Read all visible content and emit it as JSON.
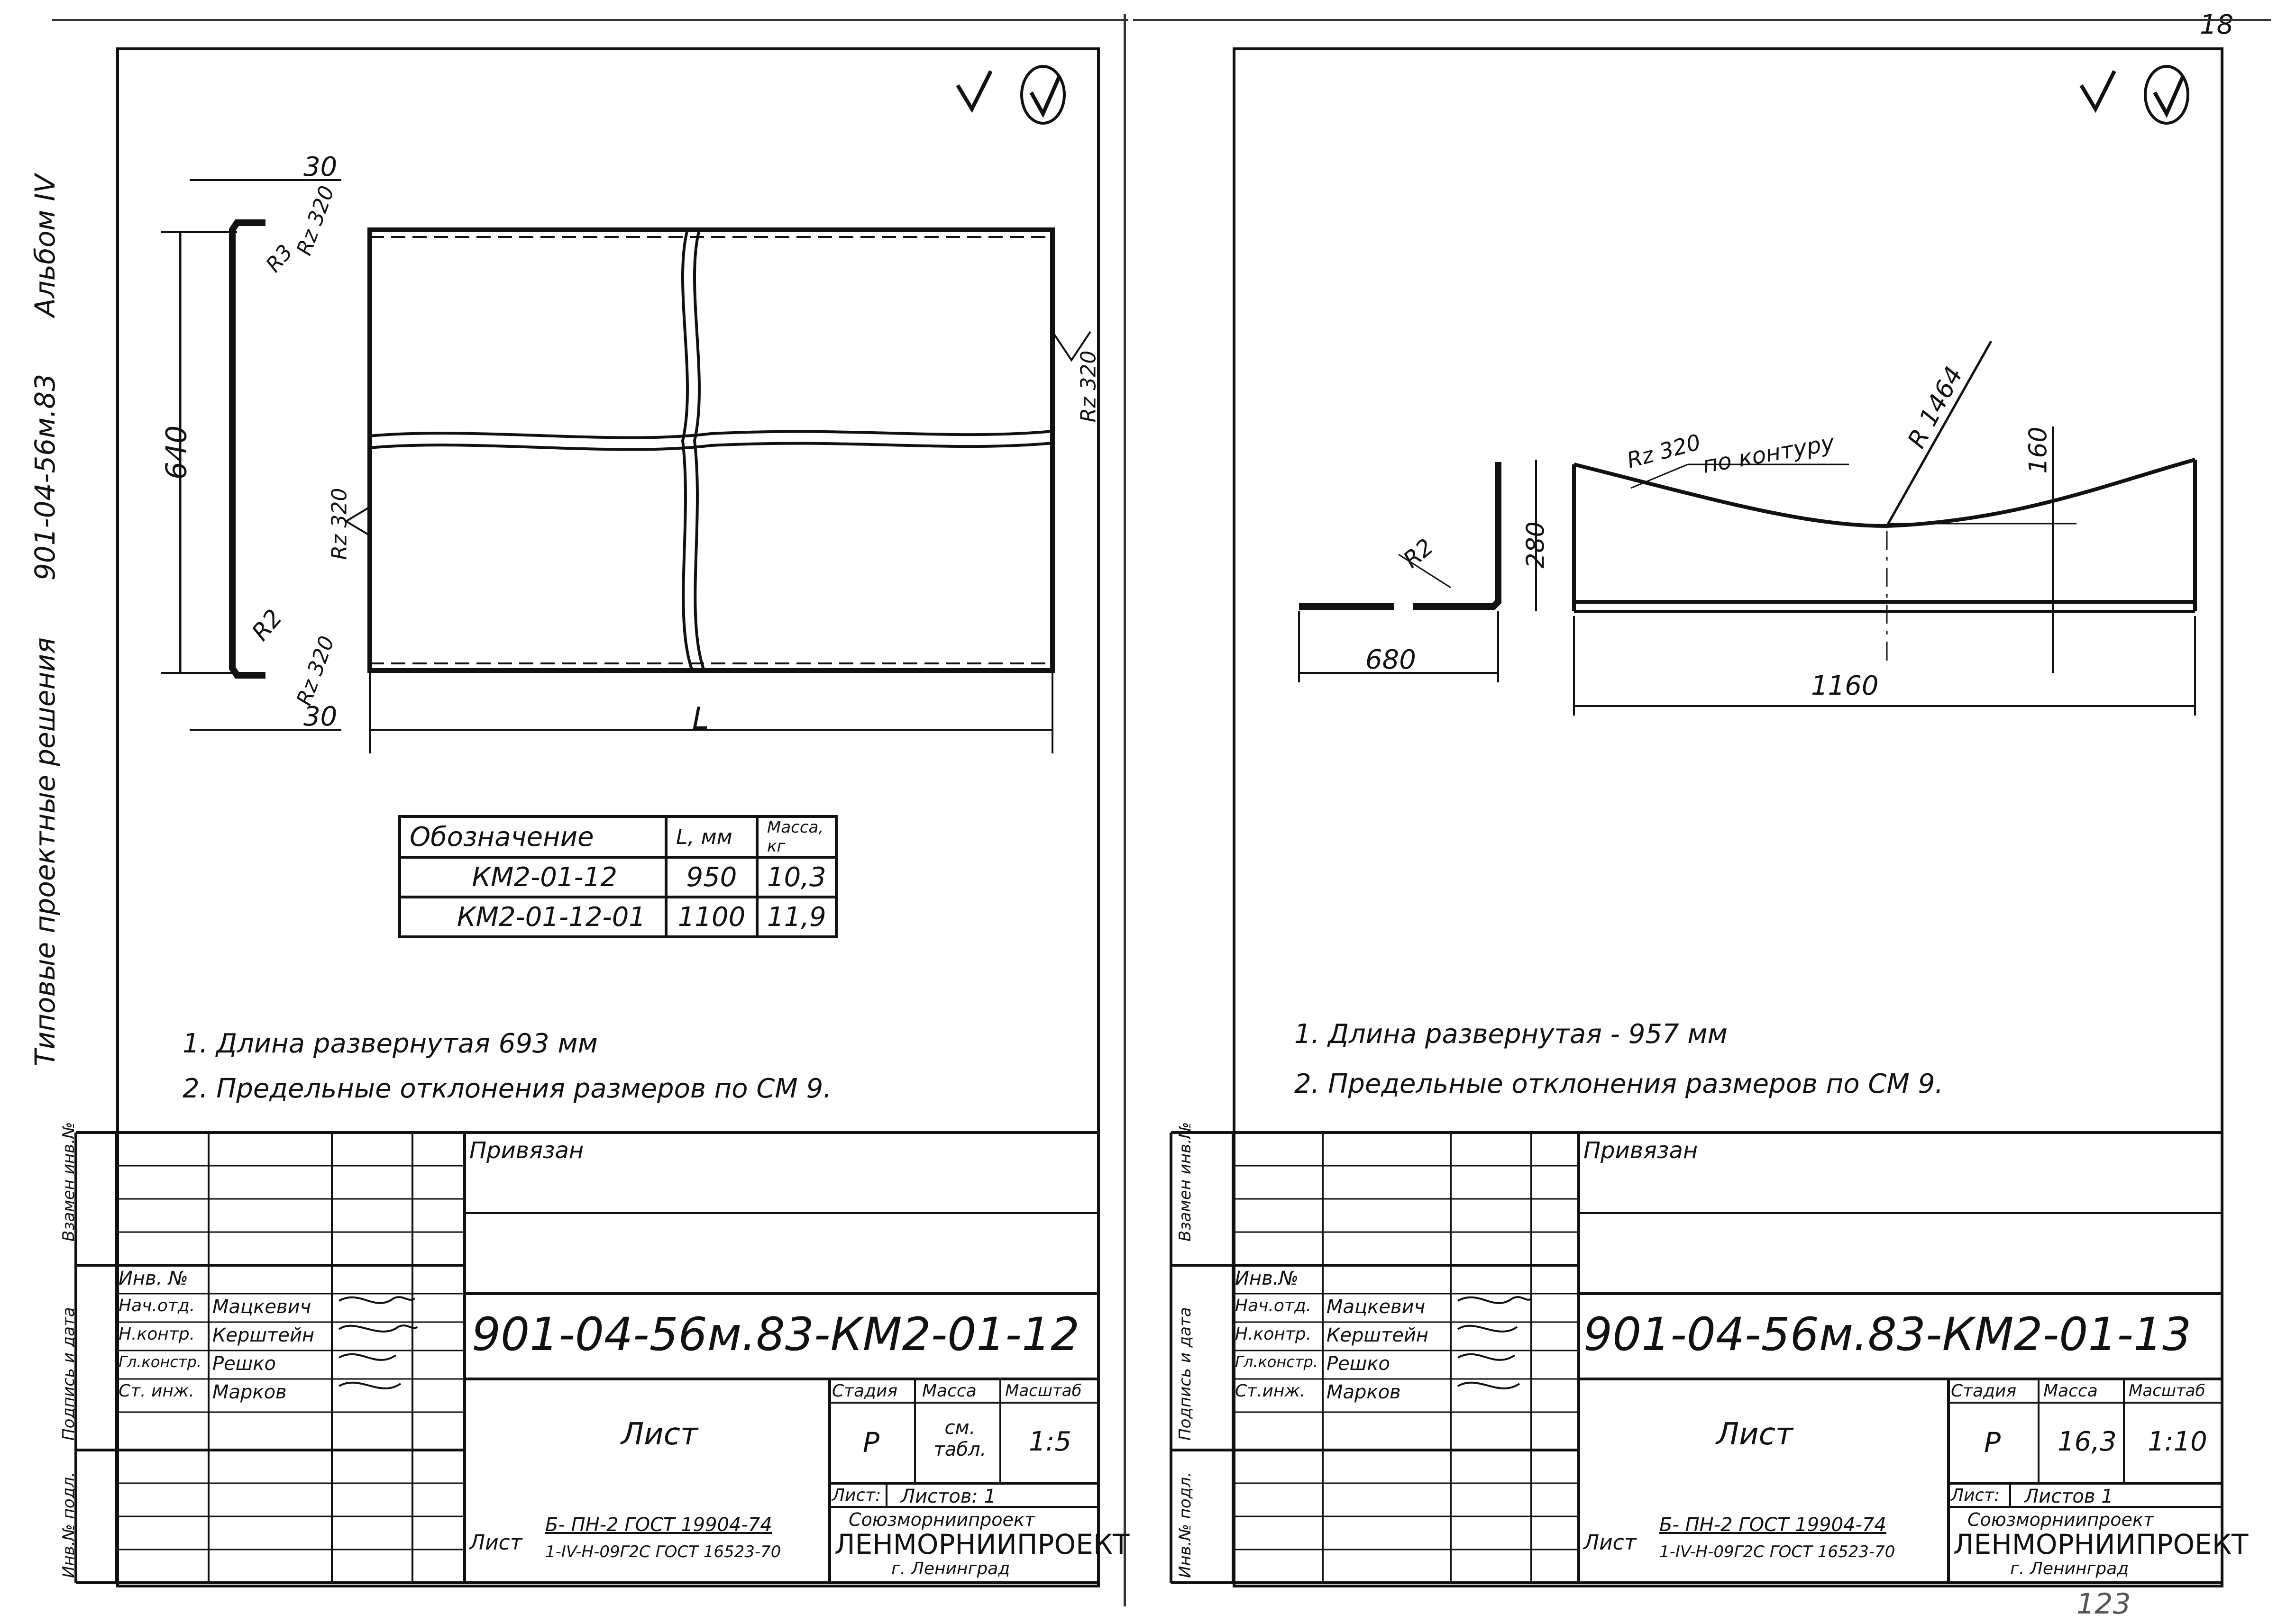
{
  "album_side": {
    "album_label": "Альбом IV",
    "series": "901-04-56м.83",
    "title": "Типовые проектные решения"
  },
  "left_sheet": {
    "dims": {
      "top": "30",
      "height": "640",
      "bottom": "30",
      "r_top": "R3",
      "r_bottom": "R2",
      "rz_top": "Rz 320",
      "rz_bottom": "Rz 320",
      "rz_left": "Rz 320",
      "rz_right": "Rz 320",
      "length": "L"
    },
    "spec_table": {
      "headers": [
        "Обозначение",
        "L, мм",
        "Масса, кг"
      ],
      "rows": [
        [
          "КМ2-01-12",
          "950",
          "10,3"
        ],
        [
          "КМ2-01-12-01",
          "1100",
          "11,9"
        ]
      ]
    },
    "notes": [
      "1. Длина развернутая     693 мм",
      "2. Предельные отклонения размеров по СМ 9."
    ],
    "title_block": {
      "privyazan": "Привязан",
      "inv_no": "Инв. №",
      "roles": [
        "Нач.отд.",
        "Н.контр.",
        "Гл.констр.",
        "Ст. инж."
      ],
      "names": [
        "Мацкевич",
        "Керштейн",
        "Решко",
        "Марков"
      ],
      "code": "901-04-56м.83-КМ2-01-12",
      "doc_name": "Лист",
      "stage_h": "Стадия",
      "mass_h": "Масса",
      "scale_h": "Масштаб",
      "stage": "Р",
      "mass": "см. табл.",
      "scale": "1:5",
      "sheet": "Лист:",
      "sheets": "Листов: 1",
      "material_prefix": "Лист",
      "material_1": "Б- ПН-2 ГОСТ 19904-74",
      "material_2": "1-IV-Н-09Г2С ГОСТ 16523-70",
      "org_1": "Союзморниипроект",
      "org_2": "ЛЕНМОРНИИПРОЕКТ",
      "org_3": "г. Ленинград",
      "side_labels": [
        "Взамен инв.№",
        "Подпись и дата",
        "Инв.№ подл."
      ]
    }
  },
  "right_sheet": {
    "dims": {
      "rz": "Rz 320",
      "contour": "по контуру",
      "radius": "R 1464",
      "h160": "160",
      "h280": "280",
      "r2": "R2",
      "w680": "680",
      "w1160": "1160"
    },
    "notes": [
      "1. Длина развернутая  - 957 мм",
      "2. Предельные отклонения размеров по СМ 9."
    ],
    "title_block": {
      "privyazan": "Привязан",
      "inv_no": "Инв.№",
      "roles": [
        "Нач.отд.",
        "Н.контр.",
        "Гл.констр.",
        "Ст.инж."
      ],
      "names": [
        "Мацкевич",
        "Керштейн",
        "Решко",
        "Марков"
      ],
      "code": "901-04-56м.83-КМ2-01-13",
      "doc_name": "Лист",
      "stage_h": "Стадия",
      "mass_h": "Масса",
      "scale_h": "Масштаб",
      "stage": "Р",
      "mass": "16,3",
      "scale": "1:10",
      "sheet": "Лист:",
      "sheets": "Листов 1",
      "material_prefix": "Лист",
      "material_1": "Б- ПН-2 ГОСТ 19904-74",
      "material_2": "1-IV-Н-09Г2С ГОСТ 16523-70",
      "org_1": "Союзморниипроект",
      "org_2": "ЛЕНМОРНИИПРОЕКТ",
      "org_3": "г. Ленинград",
      "side_labels": [
        "Взамен инв.№",
        "Подпись и дата",
        "Инв.№ подл."
      ]
    }
  },
  "page_no": "18",
  "stamp_no": "123"
}
